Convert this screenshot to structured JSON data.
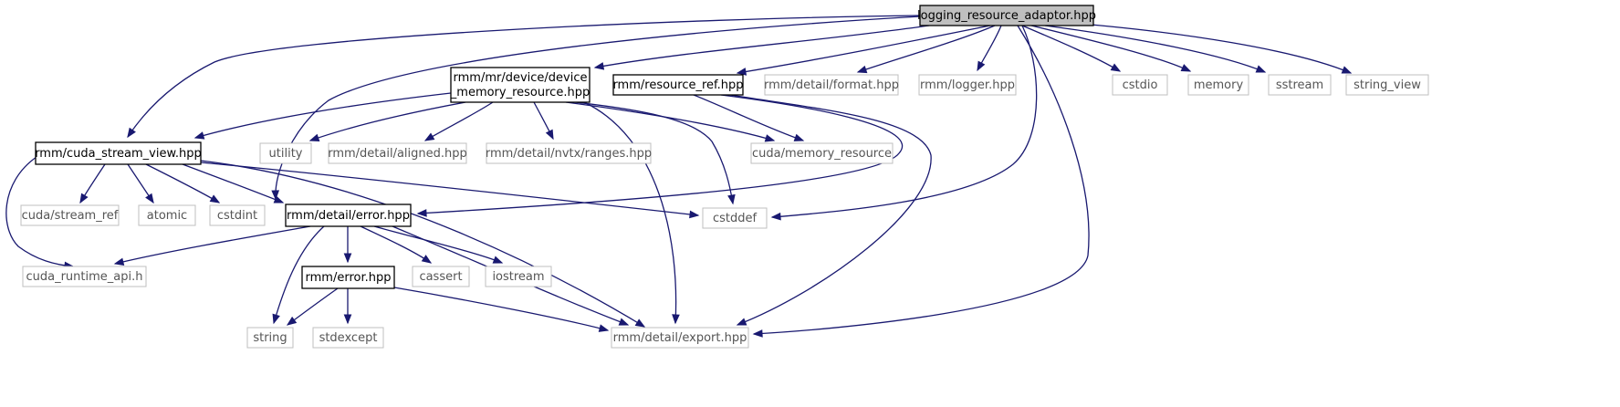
{
  "diagram": {
    "nodes": [
      {
        "id": "root",
        "kind": "root",
        "lines": [
          "logging_resource_adaptor.hpp"
        ]
      },
      {
        "id": "dmr",
        "kind": "internal",
        "lines": [
          "rmm/mr/device/device",
          "_memory_resource.hpp"
        ]
      },
      {
        "id": "rref",
        "kind": "internal",
        "lines": [
          "rmm/resource_ref.hpp"
        ]
      },
      {
        "id": "format",
        "kind": "external",
        "lines": [
          "rmm/detail/format.hpp"
        ]
      },
      {
        "id": "logger",
        "kind": "external",
        "lines": [
          "rmm/logger.hpp"
        ]
      },
      {
        "id": "cstdio",
        "kind": "external",
        "lines": [
          "cstdio"
        ]
      },
      {
        "id": "memory",
        "kind": "external",
        "lines": [
          "memory"
        ]
      },
      {
        "id": "sstream",
        "kind": "external",
        "lines": [
          "sstream"
        ]
      },
      {
        "id": "string_view",
        "kind": "external",
        "lines": [
          "string_view"
        ]
      },
      {
        "id": "csv",
        "kind": "internal",
        "lines": [
          "rmm/cuda_stream_view.hpp"
        ]
      },
      {
        "id": "utility",
        "kind": "external",
        "lines": [
          "utility"
        ]
      },
      {
        "id": "aligned",
        "kind": "external",
        "lines": [
          "rmm/detail/aligned.hpp"
        ]
      },
      {
        "id": "nvtx",
        "kind": "external",
        "lines": [
          "rmm/detail/nvtx/ranges.hpp"
        ]
      },
      {
        "id": "cudamr",
        "kind": "external",
        "lines": [
          "cuda/memory_resource"
        ]
      },
      {
        "id": "stream_ref",
        "kind": "external",
        "lines": [
          "cuda/stream_ref"
        ]
      },
      {
        "id": "atomic",
        "kind": "external",
        "lines": [
          "atomic"
        ]
      },
      {
        "id": "cstdint",
        "kind": "external",
        "lines": [
          "cstdint"
        ]
      },
      {
        "id": "derror",
        "kind": "internal",
        "lines": [
          "rmm/detail/error.hpp"
        ]
      },
      {
        "id": "cstddef",
        "kind": "external",
        "lines": [
          "cstddef"
        ]
      },
      {
        "id": "cuda_rt",
        "kind": "external",
        "lines": [
          "cuda_runtime_api.h"
        ]
      },
      {
        "id": "rerror",
        "kind": "internal",
        "lines": [
          "rmm/error.hpp"
        ]
      },
      {
        "id": "cassert",
        "kind": "external",
        "lines": [
          "cassert"
        ]
      },
      {
        "id": "iostream",
        "kind": "external",
        "lines": [
          "iostream"
        ]
      },
      {
        "id": "string",
        "kind": "external",
        "lines": [
          "string"
        ]
      },
      {
        "id": "stdexcept",
        "kind": "external",
        "lines": [
          "stdexcept"
        ]
      },
      {
        "id": "export",
        "kind": "external",
        "lines": [
          "rmm/detail/export.hpp"
        ]
      }
    ],
    "edges": [
      [
        "root",
        "csv"
      ],
      [
        "root",
        "derror"
      ],
      [
        "root",
        "dmr"
      ],
      [
        "root",
        "rref"
      ],
      [
        "root",
        "format"
      ],
      [
        "root",
        "logger"
      ],
      [
        "root",
        "cstddef"
      ],
      [
        "root",
        "export"
      ],
      [
        "root",
        "cstdio"
      ],
      [
        "root",
        "memory"
      ],
      [
        "root",
        "sstream"
      ],
      [
        "root",
        "string_view"
      ],
      [
        "dmr",
        "csv"
      ],
      [
        "dmr",
        "utility"
      ],
      [
        "dmr",
        "aligned"
      ],
      [
        "dmr",
        "nvtx"
      ],
      [
        "dmr",
        "cudamr"
      ],
      [
        "dmr",
        "cstddef"
      ],
      [
        "dmr",
        "export"
      ],
      [
        "rref",
        "cudamr"
      ],
      [
        "rref",
        "derror"
      ],
      [
        "rref",
        "export"
      ],
      [
        "csv",
        "stream_ref"
      ],
      [
        "csv",
        "atomic"
      ],
      [
        "csv",
        "cstdint"
      ],
      [
        "csv",
        "derror"
      ],
      [
        "csv",
        "cstddef"
      ],
      [
        "csv",
        "cuda_rt"
      ],
      [
        "csv",
        "export"
      ],
      [
        "derror",
        "cuda_rt"
      ],
      [
        "derror",
        "rerror"
      ],
      [
        "derror",
        "cassert"
      ],
      [
        "derror",
        "iostream"
      ],
      [
        "derror",
        "string"
      ],
      [
        "derror",
        "export"
      ],
      [
        "rerror",
        "string"
      ],
      [
        "rerror",
        "stdexcept"
      ],
      [
        "rerror",
        "export"
      ]
    ]
  }
}
